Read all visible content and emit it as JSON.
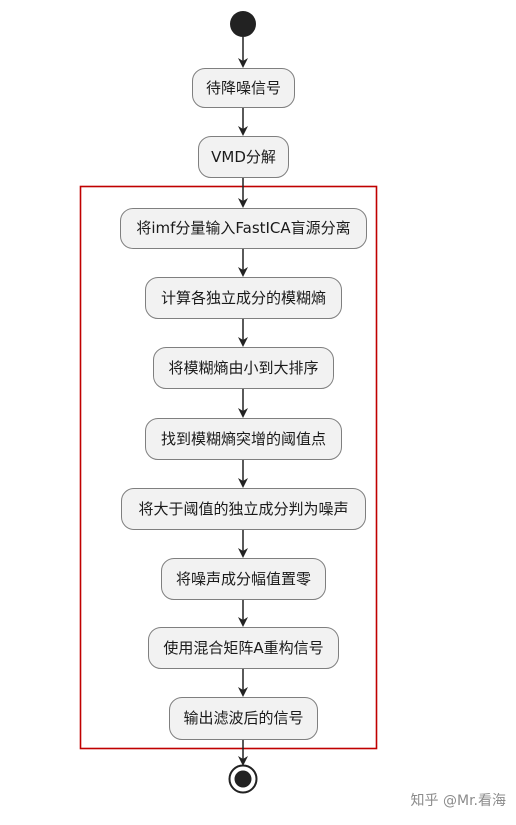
{
  "flowchart": {
    "steps": [
      "待降噪信号",
      "VMD分解",
      "将imf分量输入FastICA盲源分离",
      "计算各独立成分的模糊熵",
      "将模糊熵由小到大排序",
      "找到模糊熵突增的阈值点",
      "将大于阈值的独立成分判为噪声",
      "将噪声成分幅值置零",
      "使用混合矩阵A重构信号",
      "输出滤波后的信号"
    ],
    "highlight_color": "#c00000"
  },
  "watermark": "知乎 @Mr.看海"
}
